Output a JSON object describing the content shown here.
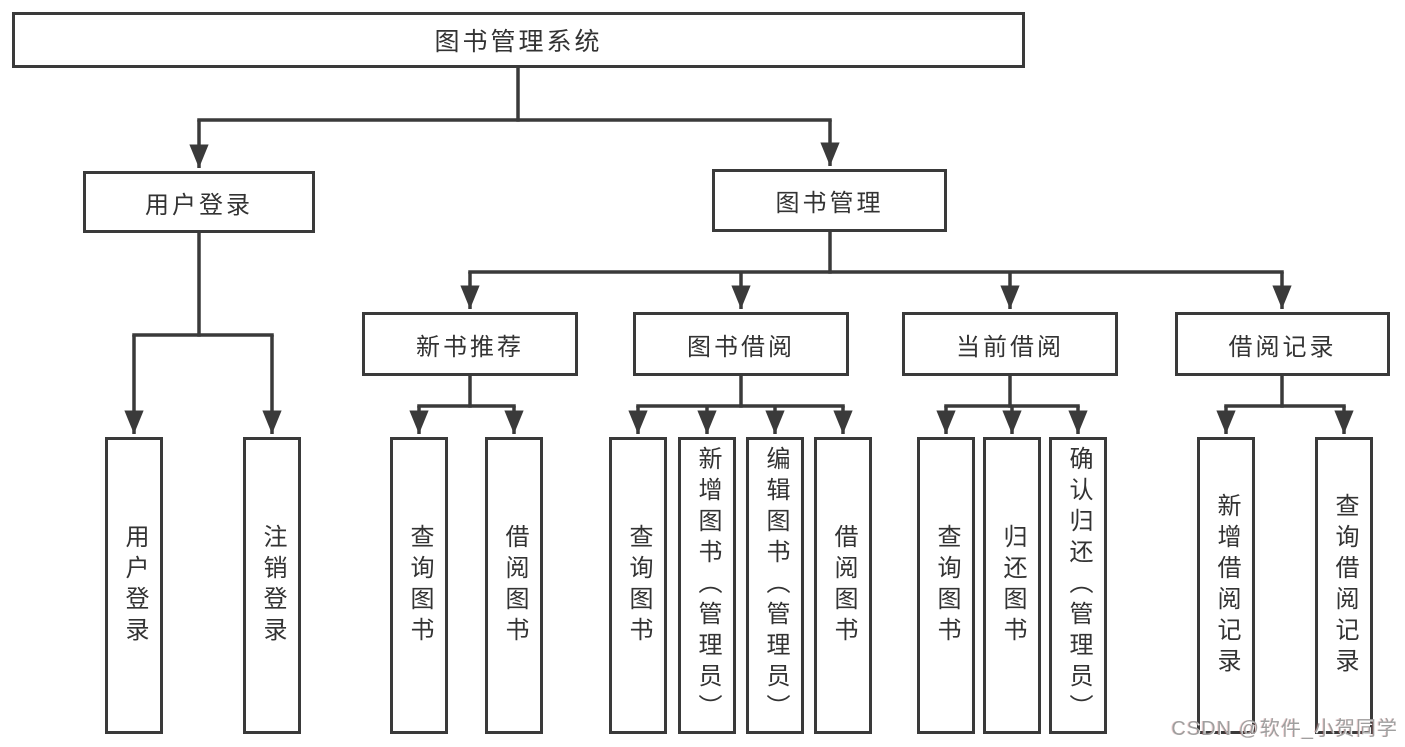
{
  "tree": {
    "label": "图书管理系统",
    "children": [
      {
        "label": "用户登录",
        "children": [
          {
            "label": "用户登录"
          },
          {
            "label": "注销登录"
          }
        ]
      },
      {
        "label": "图书管理",
        "children": [
          {
            "label": "新书推荐",
            "children": [
              {
                "label": "查询图书"
              },
              {
                "label": "借阅图书"
              }
            ]
          },
          {
            "label": "图书借阅",
            "children": [
              {
                "label": "查询图书"
              },
              {
                "label": "新增图书（管理员）"
              },
              {
                "label": "编辑图书（管理员）"
              },
              {
                "label": "借阅图书"
              }
            ]
          },
          {
            "label": "当前借阅",
            "children": [
              {
                "label": "查询图书"
              },
              {
                "label": "归还图书"
              },
              {
                "label": "确认归还（管理员）"
              }
            ]
          },
          {
            "label": "借阅记录",
            "children": [
              {
                "label": "新增借阅记录"
              },
              {
                "label": "查询借阅记录"
              }
            ]
          }
        ]
      }
    ]
  },
  "watermark": {
    "text": "CSDN @软件_小贺同学"
  },
  "colors": {
    "line": "#3a3a3a",
    "text": "#333333",
    "background": "#ffffff",
    "watermark": "#9f9f9f"
  }
}
